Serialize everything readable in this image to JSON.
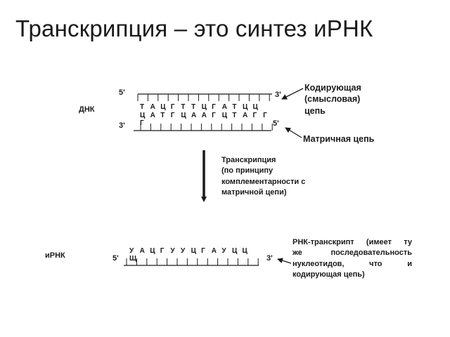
{
  "title": "Транскрипция – это синтез иРНК",
  "dna": {
    "label": "ДНК",
    "coding_strand": {
      "end_left": "5'",
      "end_right": "3'",
      "sequence": [
        "Т",
        "А",
        "Ц",
        "Г",
        "Т",
        "Т",
        "Ц",
        "Г",
        "А",
        "Т",
        "Ц",
        "Ц"
      ],
      "annotation": [
        "Кодирующая",
        "(смысловая)",
        "цепь"
      ]
    },
    "template_strand": {
      "end_left": "3'",
      "end_right": "5'",
      "sequence": [
        "Ц",
        "А",
        "Т",
        "Г",
        "Ц",
        "А",
        "А",
        "Г",
        "Ц",
        "Т",
        "А",
        "Г",
        "Г"
      ],
      "overflow": "Г",
      "annotation": "Матричная цепь"
    }
  },
  "transcription": {
    "caption": [
      "Транскрипция",
      "(по принципу",
      "комплементарности с",
      "матричной цепи)"
    ]
  },
  "mrna": {
    "label": "иРНК",
    "end_left": "5'",
    "end_right": "3'",
    "sequence": [
      "У",
      "А",
      "Ц",
      "Г",
      "У",
      "У",
      "Ц",
      "Г",
      "А",
      "У",
      "Ц",
      "Ц"
    ],
    "overflow": "Щ",
    "annotation": [
      "РНК-транскрипт (имеет ту",
      "же последовательность",
      "нуклеотидов, что и",
      "кодирующая цепь)"
    ]
  }
}
